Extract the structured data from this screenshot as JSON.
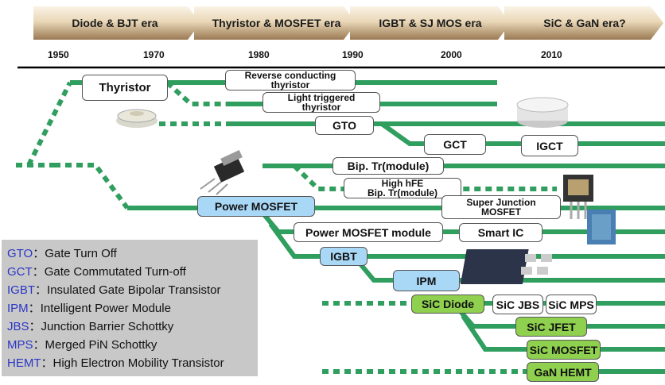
{
  "eras": [
    {
      "label": "Diode & BJT era"
    },
    {
      "label": "Thyristor & MOSFET era"
    },
    {
      "label": "IGBT & SJ MOS era"
    },
    {
      "label": "SiC & GaN era?"
    }
  ],
  "years": [
    "1950",
    "1970",
    "1980",
    "1990",
    "2000",
    "2010"
  ],
  "devices": {
    "thyristor": "Thyristor",
    "reverse_conducting": [
      "Reverse conducting",
      "thyristor"
    ],
    "light_triggered": [
      "Light triggered",
      "thyristor"
    ],
    "gto": "GTO",
    "gct": "GCT",
    "igct": "IGCT",
    "bip_tr": "Bip. Tr(module)",
    "high_hfe": [
      "High hFE",
      "Bip. Tr(module)"
    ],
    "power_mosfet": "Power MOSFET",
    "super_junction": [
      "Super Junction",
      "MOSFET"
    ],
    "power_mosfet_module": "Power MOSFET module",
    "smart_ic": "Smart IC",
    "igbt": "IGBT",
    "ipm": "IPM",
    "sic_diode": "SiC Diode",
    "sic_jbs": "SiC JBS",
    "sic_mps": "SiC MPS",
    "sic_jfet": "SiC JFET",
    "sic_mosfet": "SiC MOSFET",
    "gan_hemt": "GaN HEMT"
  },
  "legend": [
    {
      "abbr": "GTO",
      "sep": "：",
      "text": "Gate Turn Off"
    },
    {
      "abbr": "GCT",
      "sep": "：",
      "text": "Gate Commutated Turn-off"
    },
    {
      "abbr": "IGBT",
      "sep": "：",
      "text": "Insulated Gate Bipolar Transistor"
    },
    {
      "abbr": "IPM",
      "sep": "：",
      "text": "Intelligent Power Module"
    },
    {
      "abbr": "JBS",
      "sep": "：",
      "text": "Junction Barrier Schottky"
    },
    {
      "abbr": "MPS",
      "sep": "：",
      "text": "Merged PiN Schottky"
    },
    {
      "abbr": "HEMT",
      "sep": "：",
      "text": "High Electron Mobility Transistor"
    }
  ],
  "colors": {
    "line": "#2f9e5e",
    "era_arrow_light": "#f6ecd9",
    "era_arrow_dark": "#9a7a54",
    "blue_box": "#a9d8f7",
    "green_box": "#8fd14f",
    "legend_bg": "#c8c8c8",
    "legend_abbr": "#2a36c4"
  }
}
